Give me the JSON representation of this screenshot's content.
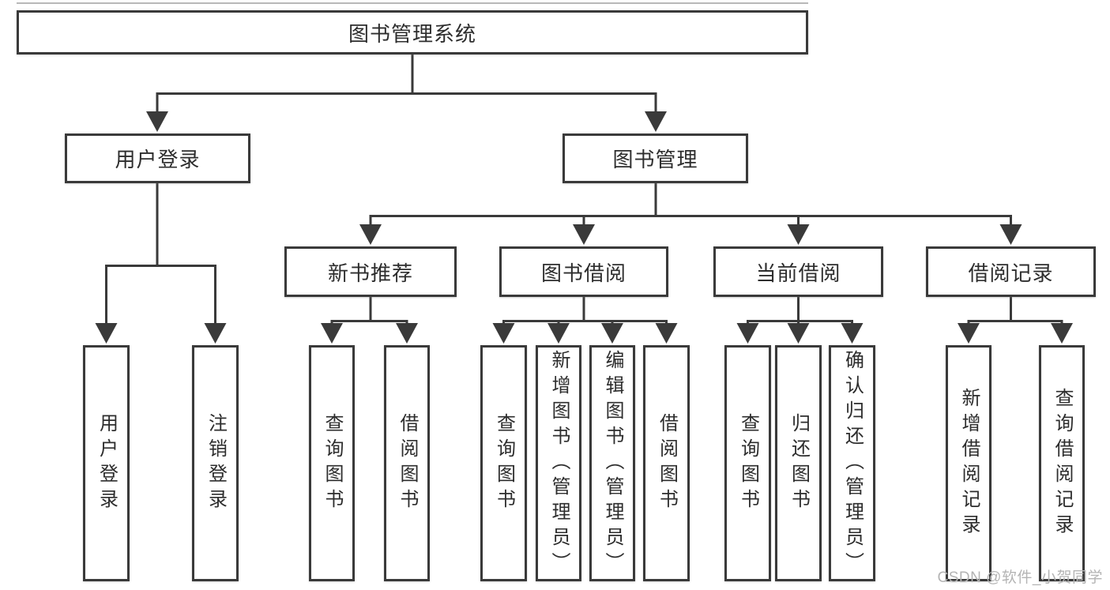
{
  "root": {
    "label": "图书管理系统"
  },
  "user_login": {
    "label": "用户登录",
    "children": [
      {
        "label": "用户登录"
      },
      {
        "label": "注销登录"
      }
    ]
  },
  "book_mgmt": {
    "label": "图书管理",
    "modules": [
      {
        "label": "新书推荐",
        "children": [
          {
            "label": "查询图书"
          },
          {
            "label": "借阅图书"
          }
        ]
      },
      {
        "label": "图书借阅",
        "children": [
          {
            "label": "查询图书"
          },
          {
            "label": "新增图书（管理员）"
          },
          {
            "label": "编辑图书（管理员）"
          },
          {
            "label": "借阅图书"
          }
        ]
      },
      {
        "label": "当前借阅",
        "children": [
          {
            "label": "查询图书"
          },
          {
            "label": "归还图书"
          },
          {
            "label": "确认归还（管理员）"
          }
        ]
      },
      {
        "label": "借阅记录",
        "children": [
          {
            "label": "新增借阅记录"
          },
          {
            "label": "查询借阅记录"
          }
        ]
      }
    ]
  },
  "watermark": "CSDN @软件_小贺同学",
  "colors": {
    "line": "#3a3a3a",
    "text": "#2d2d2d",
    "watermark": "#b4b4b4",
    "background": "#ffffff"
  }
}
